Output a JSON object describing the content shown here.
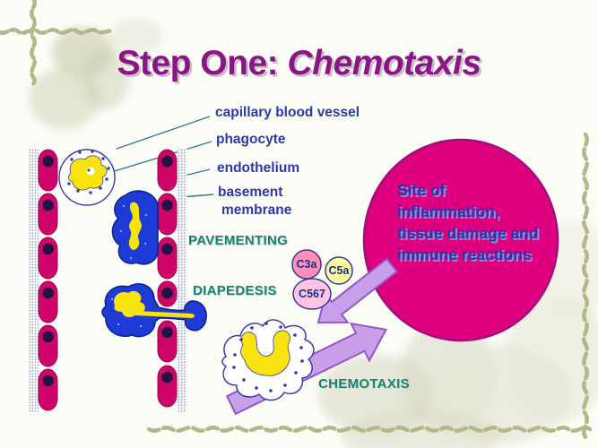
{
  "slide": {
    "title_prefix": "Step One: ",
    "title_emphasis": "Chemotaxis"
  },
  "anatomy_labels": {
    "capillary": "capillary blood vessel",
    "phagocyte": "phagocyte",
    "endothelium": "endothelium",
    "basement_line1": "basement",
    "basement_line2": "membrane"
  },
  "process_labels": {
    "pavementing": "PAVEMENTING",
    "diapedesis": "DIAPEDESIS",
    "chemotaxis": "CHEMOTAXIS"
  },
  "inflammation_site": {
    "line1": "Site of",
    "line2": "inflammation,",
    "line3": "tissue damage and",
    "line4": "immune reactions"
  },
  "complement_factors": [
    {
      "label": "C3a",
      "fill": "#ff8fb4"
    },
    {
      "label": "C5a",
      "fill": "#fffaa0"
    },
    {
      "label": "C567",
      "fill": "#ffc4e0"
    }
  ],
  "colors": {
    "title": "#8c1585",
    "anatomy_label_blue": "#2b3aa5",
    "process_label_teal": "#178272",
    "endothelial_cell": "#ce0468",
    "phagocyte_blue": "#1e3bd8",
    "nucleus_yellow": "#f8e30c",
    "site_circle_fill": "#df0080",
    "arrow_lilac": "#c8a0ea",
    "border_vine_olive": "#b4b78a"
  }
}
